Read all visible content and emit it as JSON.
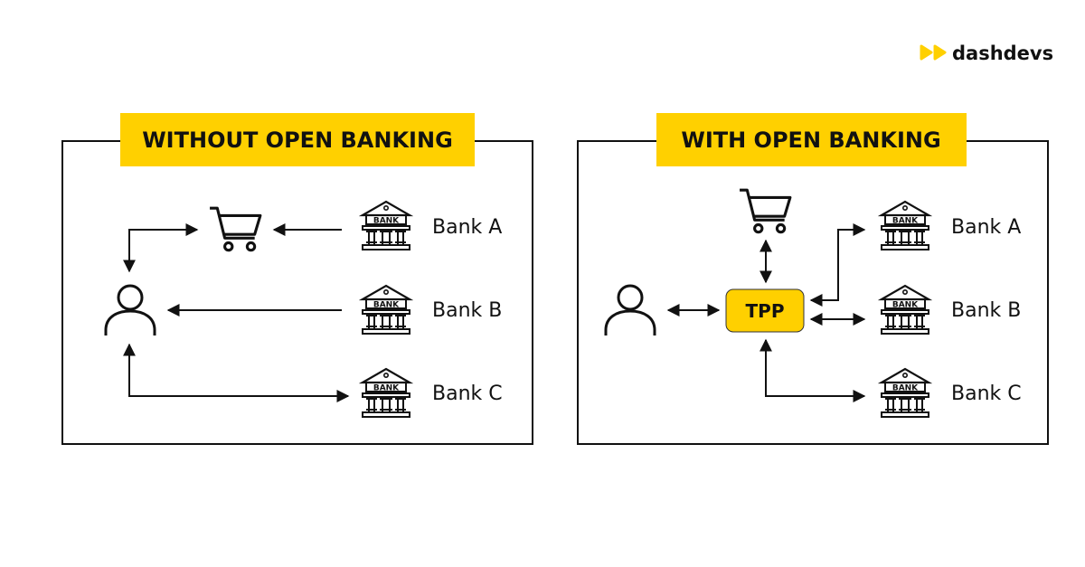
{
  "logo": {
    "text": "dashdevs",
    "color": "#FFD000"
  },
  "accent_color": "#FFD000",
  "left_panel": {
    "title": "WITHOUT OPEN BANKING",
    "banks": [
      "Bank A",
      "Bank B",
      "Bank C"
    ],
    "bank_icon_text": "BANK"
  },
  "right_panel": {
    "title": "WITH OPEN BANKING",
    "tpp_label": "TPP",
    "banks": [
      "Bank A",
      "Bank B",
      "Bank C"
    ],
    "bank_icon_text": "BANK"
  }
}
